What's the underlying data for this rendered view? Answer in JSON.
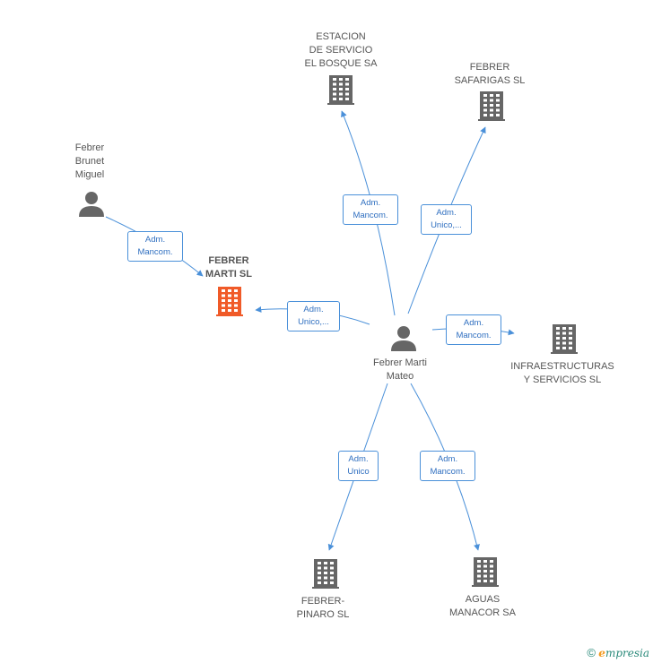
{
  "colors": {
    "edge": "#4a90d9",
    "company_icon": "#666666",
    "focus_icon": "#f05a28",
    "person_icon": "#666666"
  },
  "nodes": {
    "center_person": {
      "label": "Febrer Marti\nMateo",
      "icon": "person-icon"
    },
    "left_person": {
      "label": "Febrer\nBrunet\nMiguel",
      "icon": "person-icon"
    },
    "focus_company": {
      "label": "FEBRER\nMARTI SL",
      "icon": "building-icon"
    },
    "estacion": {
      "label": "ESTACION\nDE SERVICIO\nEL BOSQUE SA",
      "icon": "building-icon"
    },
    "safarigas": {
      "label": "FEBRER\nSAFARIGAS SL",
      "icon": "building-icon"
    },
    "infraestructuras": {
      "label": "INFRAESTRUCTURAS\nY SERVICIOS SL",
      "icon": "building-icon"
    },
    "pinaro": {
      "label": "FEBRER-\nPINARO SL",
      "icon": "building-icon"
    },
    "aguas": {
      "label": "AGUAS\nMANACOR SA",
      "icon": "building-icon"
    }
  },
  "edges": {
    "left_to_focus": "Adm.\nMancom.",
    "center_to_focus": "Adm.\nUnico,...",
    "center_to_estacion": "Adm.\nMancom.",
    "center_to_safarigas": "Adm.\nUnico,...",
    "center_to_infra": "Adm.\nMancom.",
    "center_to_pinaro": "Adm.\nUnico",
    "center_to_aguas": "Adm.\nMancom."
  },
  "footer": {
    "copyright": "©",
    "brand_first": "e",
    "brand_rest": "mpresia"
  }
}
